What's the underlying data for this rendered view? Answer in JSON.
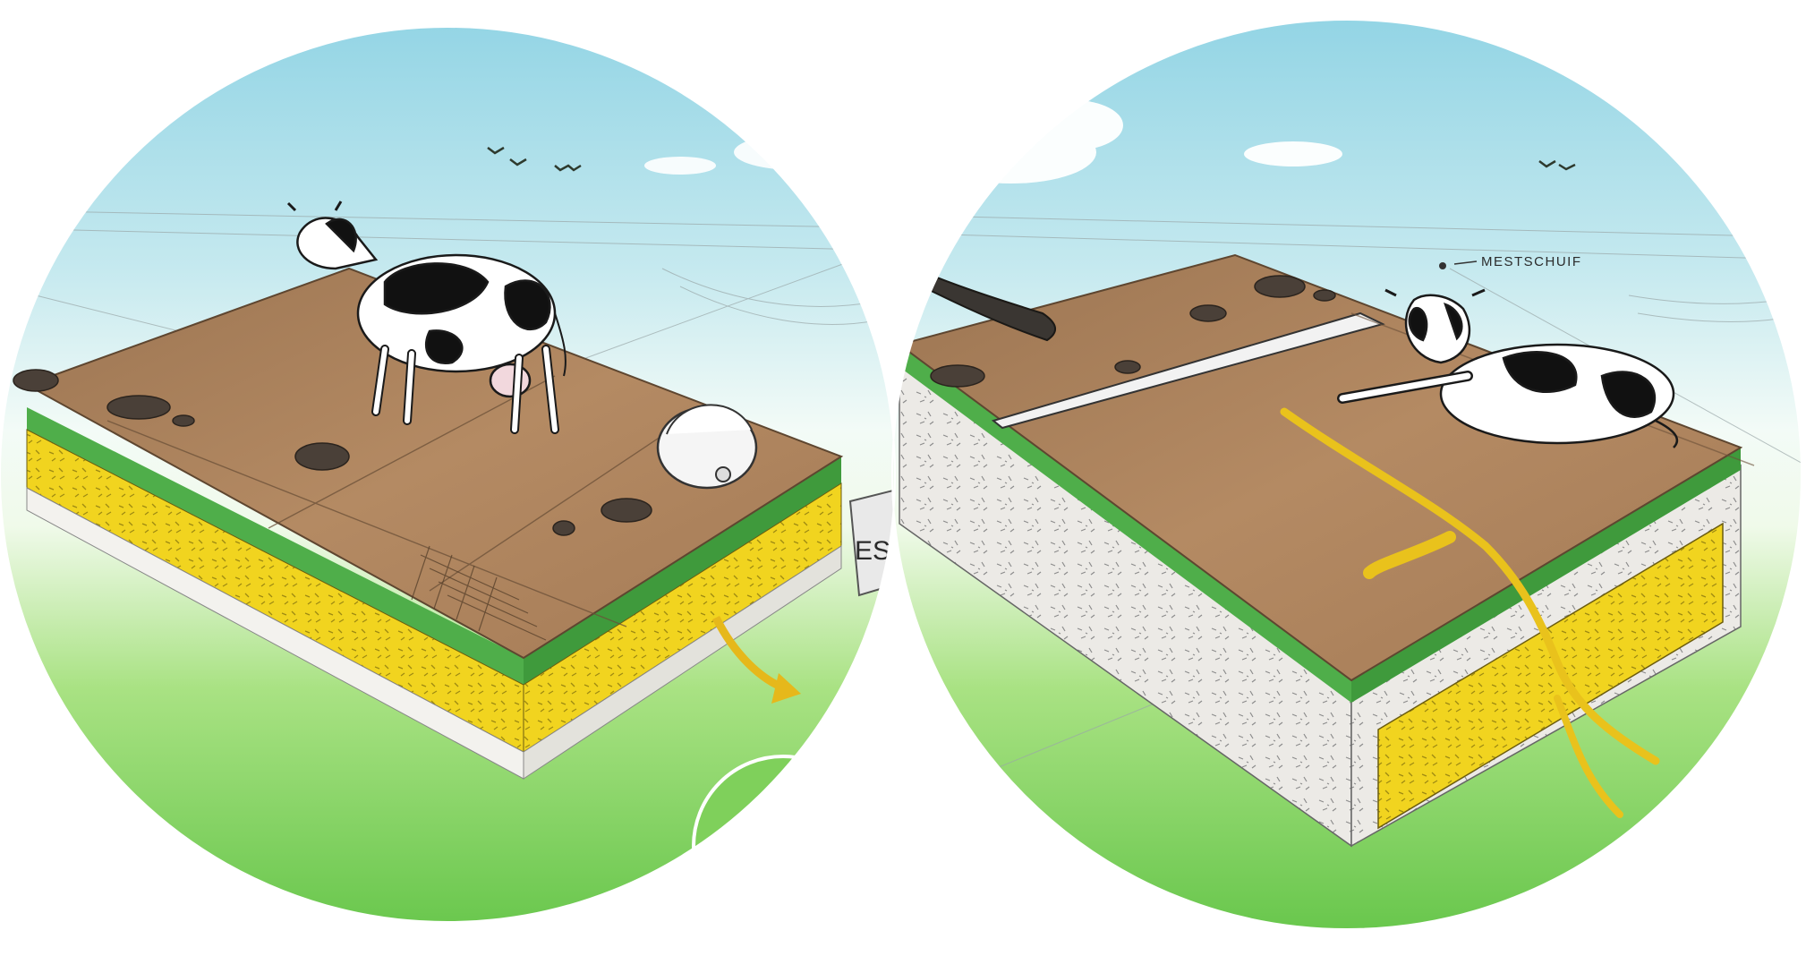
{
  "labels": {
    "mestschuif": "MESTSCHUIF",
    "cut_sign": "ES"
  },
  "colors": {
    "sky_top": "#8fd3e4",
    "sky_bottom": "#f4fbf6",
    "grass": "#7bd15a",
    "floor_top": "#a77e58",
    "foam_yellow": "#f1d41f",
    "green_layer": "#4fae4a",
    "urine_yellow": "#e9c21c",
    "manure": "#4a4038"
  },
  "icons": [
    "cow-standing",
    "cow-lying",
    "manure-robot",
    "manure-scraper",
    "bird-flock",
    "cloud",
    "magnifier-inset"
  ]
}
